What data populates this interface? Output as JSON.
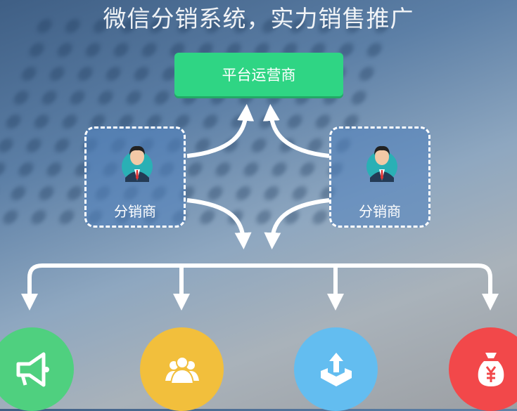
{
  "title": "微信分销系统，实力销售推广",
  "platform": {
    "label": "平台运营商",
    "color": "#2fd584"
  },
  "distributors": [
    {
      "label": "分销商"
    },
    {
      "label": "分销商"
    }
  ],
  "bottom_icons": [
    {
      "icon": "megaphone-icon",
      "color": "#4fd07f"
    },
    {
      "icon": "users-icon",
      "color": "#f2bf3c"
    },
    {
      "icon": "upload-icon",
      "color": "#63bdf0"
    },
    {
      "icon": "money-bag-icon",
      "color": "#f2484a"
    }
  ]
}
